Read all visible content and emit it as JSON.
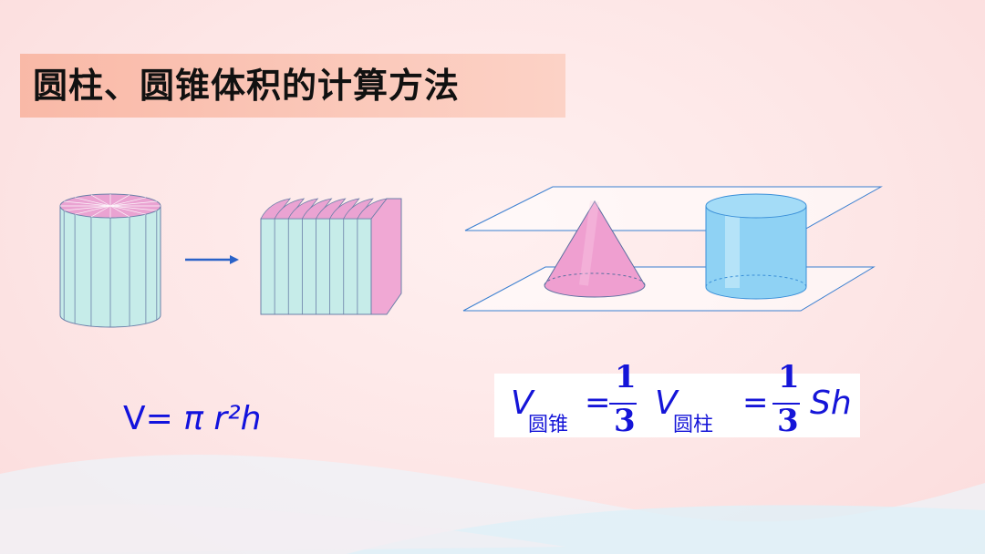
{
  "title": "圆柱、圆锥体积的计算方法",
  "formula_left": {
    "prefix": "V=",
    "pi": "π",
    "var": "r²h"
  },
  "formula_right": {
    "v1": "V",
    "sub1": "圆锥",
    "eq1": "=",
    "num1": "1",
    "den1": "3",
    "v2": "V",
    "sub2": "圆柱",
    "eq2": "=",
    "num2": "1",
    "den2": "3",
    "tail": "Sh"
  },
  "colors": {
    "formula_blue": "#1515d8",
    "title_bar": "#f9b9a7",
    "cylinder_side": "#c6ece9",
    "cone": "#ef9fd0",
    "prism_side": "#f0a8d4",
    "blue_cylinder": "#8fd2f4"
  },
  "icons": [
    "arrow-right-icon"
  ]
}
